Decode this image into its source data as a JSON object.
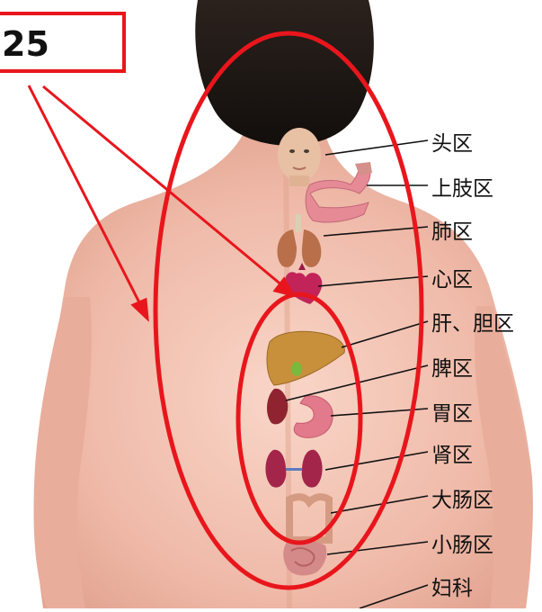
{
  "badge": {
    "number": "25"
  },
  "zones": [
    {
      "key": "head",
      "label": "头区",
      "icon": "head-icon"
    },
    {
      "key": "upper_limb",
      "label": "上肢区",
      "icon": "arm-icon"
    },
    {
      "key": "lung",
      "label": "肺区",
      "icon": "lungs-icon"
    },
    {
      "key": "heart",
      "label": "心区",
      "icon": "heart-icon"
    },
    {
      "key": "liver_gallbladder",
      "label": "肝、胆区",
      "icon": "liver-icon"
    },
    {
      "key": "spleen",
      "label": "脾区",
      "icon": "spleen-icon"
    },
    {
      "key": "stomach",
      "label": "胃区",
      "icon": "stomach-icon"
    },
    {
      "key": "kidney",
      "label": "肾区",
      "icon": "kidneys-icon"
    },
    {
      "key": "large_intestine",
      "label": "大肠区",
      "icon": "large-intestine-icon"
    },
    {
      "key": "small_intestine",
      "label": "小肠区",
      "icon": "small-intestine-icon"
    },
    {
      "key": "gynecology",
      "label": "妇科",
      "icon": "none"
    }
  ],
  "colors": {
    "annotation_red": "#e8161c",
    "skin": "#f3c4b6",
    "hair": "#1a1512",
    "label_text": "#111111"
  }
}
